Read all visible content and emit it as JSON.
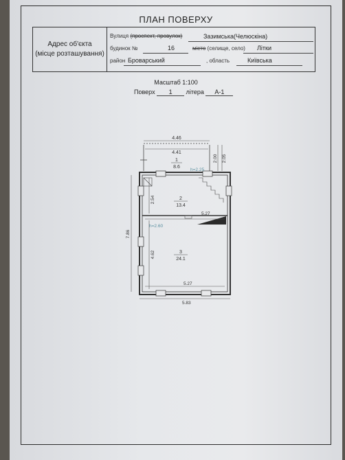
{
  "document": {
    "title": "ПЛАН ПОВЕРХУ",
    "address_label_line1": "Адрес об'єкта",
    "address_label_line2": "(місце розташування)",
    "street_label_a": "Вулиця",
    "street_label_strike": "(проспект, провулок)",
    "street_value": "Зазимська(Челюскіна)",
    "house_label": "будинок №",
    "house_value": "16",
    "city_label_strike": "місто",
    "city_label_rest": "(селище, село)",
    "city_value": "Літки",
    "district_label": "район",
    "district_value": "Броварський",
    "region_label": ", область",
    "region_value": "Київська",
    "scale": "Масштаб 1:100",
    "floor_label": "Поверх",
    "floor_value": "1",
    "litera_label": "літера",
    "litera_value": "А-1"
  },
  "plan": {
    "dims": {
      "top_outer": "4.46",
      "top_inner": "4.41",
      "right_room1_a": "2.00",
      "right_room1_b": "2.05",
      "height_mark_1": "h=2.25",
      "left_room2": "2.54",
      "mid_width": "5.27",
      "height_mark_2": "h=2.60",
      "total_left": "7.86",
      "left_room3": "4.62",
      "bottom_inner": "5.27",
      "bottom_outer": "5.83"
    },
    "rooms": [
      {
        "number": "1",
        "area": "8.6"
      },
      {
        "number": "2",
        "area": "13.4"
      },
      {
        "number": "3",
        "area": "24.1"
      }
    ]
  }
}
